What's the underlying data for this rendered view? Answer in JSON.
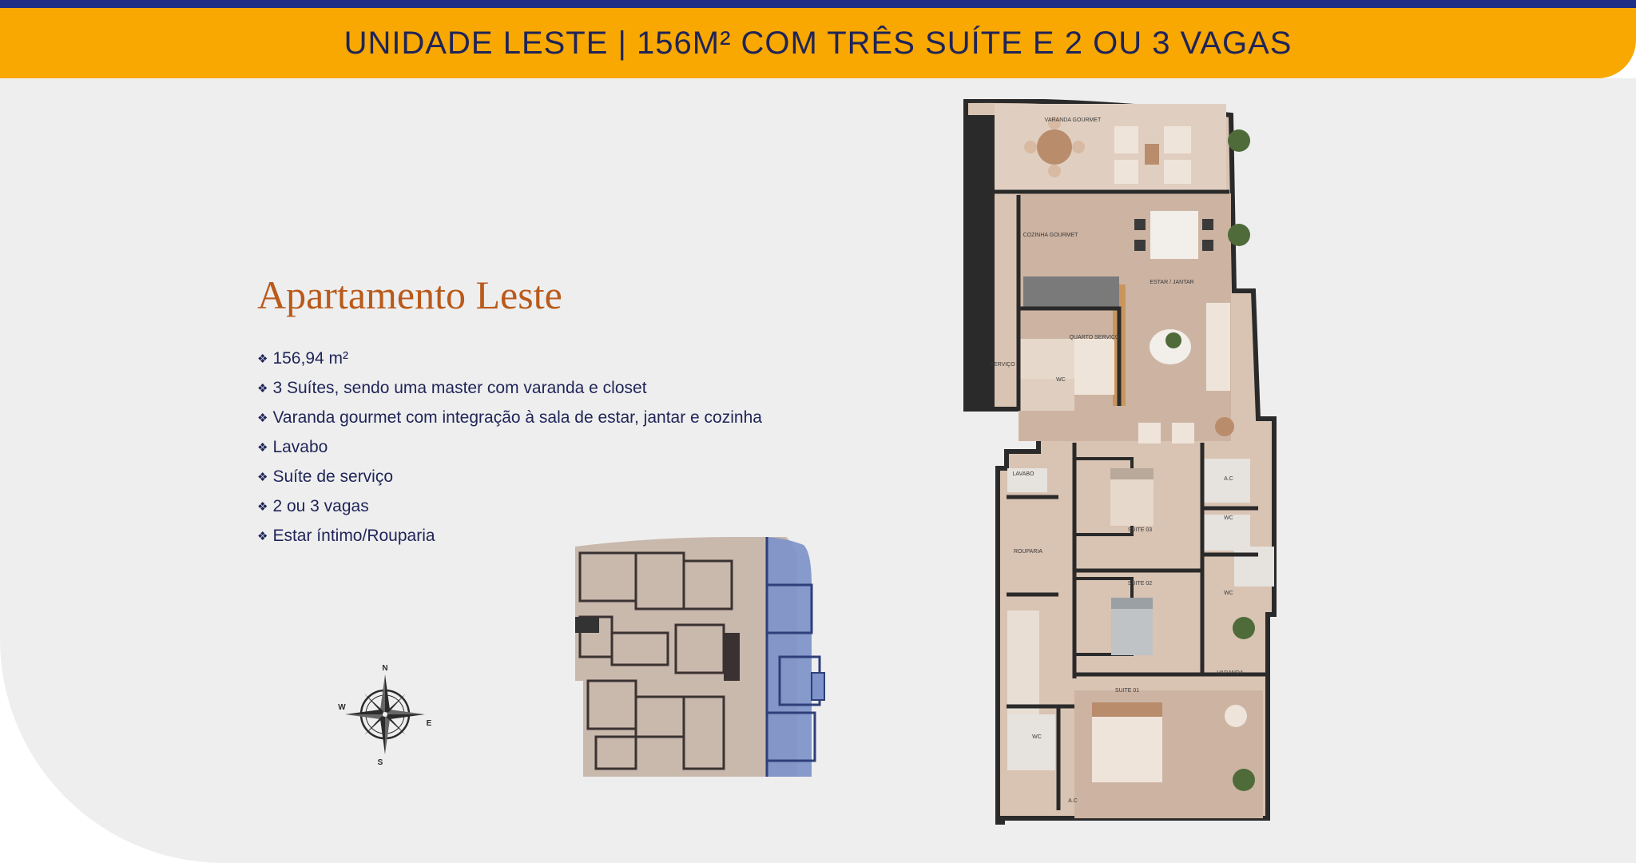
{
  "banner": {
    "title": "UNIDADE LESTE | 156M² COM TRÊS SUÍTE E 2 OU 3 VAGAS"
  },
  "apartment": {
    "title": "Apartamento Leste",
    "bullet_symbol": "❖",
    "features": [
      "156,94 m²",
      "3 Suítes, sendo uma master com varanda e closet",
      "Varanda gourmet com integração à sala de estar, jantar e cozinha",
      "Lavabo",
      "Suíte de serviço",
      "2 ou 3 vagas",
      "Estar íntimo/Rouparia"
    ]
  },
  "compass": {
    "n": "N",
    "s": "S",
    "e": "E",
    "w": "W"
  },
  "floorplan": {
    "rooms": {
      "varanda_gourmet": "VARANDA GOURMET",
      "cozinha_gourmet": "COZINHA GOURMET",
      "estar_jantar": "ESTAR / JANTAR",
      "quarto_servico": "QUARTO SERVIÇO",
      "servico": "SERVIÇO",
      "wc_servico": "WC",
      "lavabo": "LAVABO",
      "ac_1": "A.C",
      "wc_1": "WC",
      "suite_03": "SUITE 03",
      "rouparia": "ROUPARIA",
      "suite_02": "SUITE 02",
      "wc_2": "WC",
      "varanda": "VARANDA",
      "suite_01": "SUITE 01",
      "wc_3": "WC",
      "ac_2": "A.C"
    }
  },
  "colors": {
    "banner": "#f8a800",
    "top_line": "#1f2f86",
    "navy_text": "#1f2458",
    "accent_title": "#b95a1b",
    "panel_bg": "#eeeeee",
    "keyplan_highlight": "#7d93c9"
  }
}
